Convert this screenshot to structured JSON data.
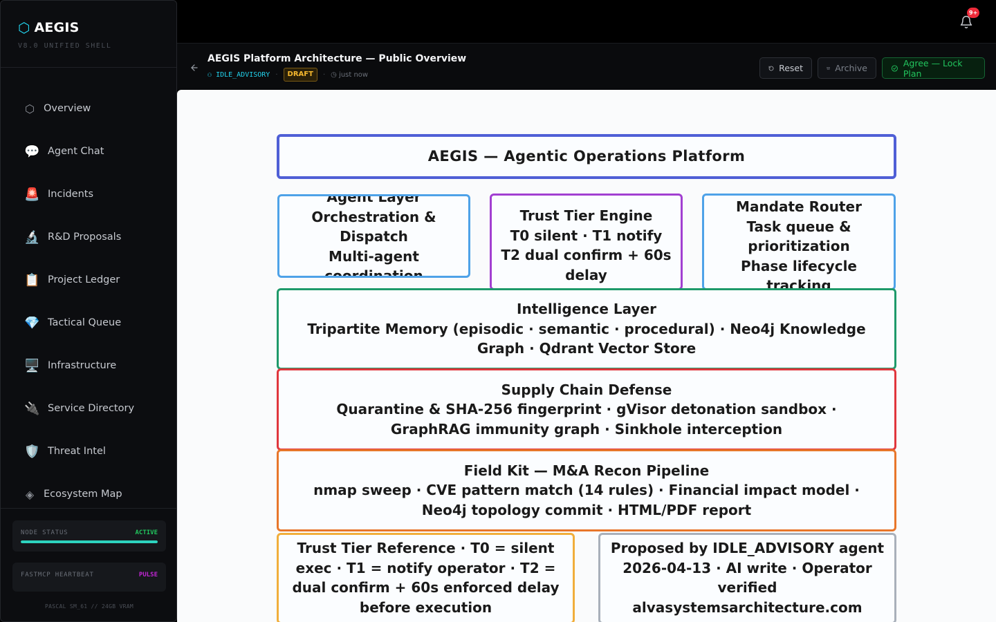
{
  "brand": {
    "title": "AEGIS",
    "subtitle": "V8.0 UNIFIED SHELL",
    "logo_icon": "hexagon-icon",
    "accent": "#22d3ee"
  },
  "nav": [
    {
      "label": "Overview",
      "icon": "hexagon-outline-icon",
      "glyph": "⬡"
    },
    {
      "label": "Agent Chat",
      "icon": "speech-bubble-icon",
      "glyph": "💬"
    },
    {
      "label": "Incidents",
      "icon": "siren-icon",
      "glyph": "🚨"
    },
    {
      "label": "R&D Proposals",
      "icon": "microscope-icon",
      "glyph": "🔬"
    },
    {
      "label": "Project Ledger",
      "icon": "clipboard-icon",
      "glyph": "📋"
    },
    {
      "label": "Tactical Queue",
      "icon": "gem-icon",
      "glyph": "💎"
    },
    {
      "label": "Infrastructure",
      "icon": "desktop-computer-icon",
      "glyph": "🖥️"
    },
    {
      "label": "Service Directory",
      "icon": "plug-icon",
      "glyph": "🔌"
    },
    {
      "label": "Threat Intel",
      "icon": "shield-icon",
      "glyph": "🛡️"
    },
    {
      "label": "Ecosystem Map",
      "icon": "diamond-icon",
      "glyph": "◈"
    }
  ],
  "status": {
    "node": {
      "label": "NODE STATUS",
      "value": "ACTIVE",
      "progress": 1.0,
      "color": "#22c55e"
    },
    "heartbeat": {
      "label": "FASTMCP HEARTBEAT",
      "value": "PULSE",
      "color": "#c026d3"
    },
    "footer": "PASCAL SM_61 // 24GB VRAM"
  },
  "topbar": {
    "notification_badge": "9+",
    "bell_icon": "bell-icon"
  },
  "header": {
    "title": "AEGIS Platform Architecture — Public Overview",
    "agent": "IDLE_ADVISORY",
    "status_badge": "DRAFT",
    "timestamp": "just now",
    "buttons": {
      "reset": "Reset",
      "archive": "Archive",
      "agree": "Agree — Lock Plan"
    }
  },
  "diagram": {
    "title": "AEGIS — Agentic Operations Platform",
    "agent_layer": [
      "Agent Layer",
      "Orchestration &",
      "Dispatch",
      "Multi-agent",
      "coordination"
    ],
    "trust_engine": [
      "Trust Tier Engine",
      "T0 silent · T1 notify",
      "T2 dual confirm + 60s",
      "delay"
    ],
    "mandate_router": [
      "Mandate Router",
      "Task queue &",
      "prioritization",
      "Phase lifecycle",
      "tracking"
    ],
    "intelligence": [
      "Intelligence Layer",
      "Tripartite Memory (episodic · semantic · procedural)  ·  Neo4j Knowledge",
      "Graph  ·  Qdrant Vector Store"
    ],
    "supply_chain": [
      "Supply Chain Defense",
      "Quarantine & SHA-256 fingerprint  ·  gVisor detonation sandbox  ·",
      "GraphRAG immunity graph  ·  Sinkhole interception"
    ],
    "field_kit": [
      "Field Kit — M&A Recon Pipeline",
      "nmap sweep  ·  CVE pattern match (14 rules)  ·  Financial impact model  ·",
      "Neo4j topology commit  ·  HTML/PDF report"
    ],
    "trust_reference": [
      "Trust Tier Reference  ·  T0 = silent",
      "exec  ·  T1 = notify operator  ·  T2 =",
      "dual confirm + 60s enforced delay",
      "before execution"
    ],
    "proposed_by": [
      "Proposed by IDLE_ADVISORY agent",
      "2026-04-13  ·  AI write · Operator",
      "verified",
      "alvasystemsarchitecture.com"
    ],
    "colors": {
      "title": "#4f5fd6",
      "agent_layer": "#4ea2e8",
      "trust_engine": "#a23fd1",
      "mandate_router": "#4ea2e8",
      "intelligence": "#1e9a6a",
      "supply_chain": "#e0363d",
      "field_kit": "#e8762a",
      "trust_reference": "#f1ae3b",
      "proposed_by": "#a9b0ba"
    }
  }
}
